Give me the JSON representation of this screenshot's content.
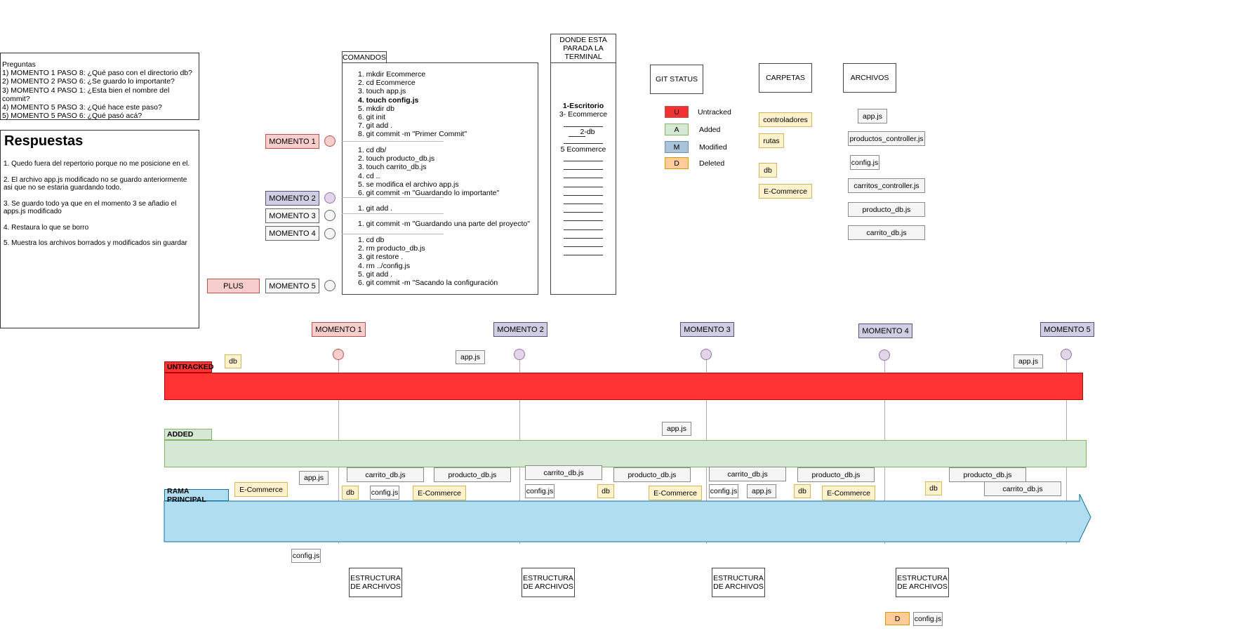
{
  "preguntas": {
    "title": "Preguntas",
    "items": [
      "1) MOMENTO 1 PASO 8: ¿Qué paso con el directorio db?",
      "2) MOMENTO 2 PASO 6: ¿Se guardo lo importante?",
      "3) MOMENTO 4 PASO 1: ¿Esta bien el nombre del commit?",
      "4) MOMENTO 5 PASO 3: ¿Qué hace este paso?",
      "5) MOMENTO 5 PASO 6: ¿Qué pasó acá?"
    ]
  },
  "respuestas": {
    "title": "Respuestas",
    "items": [
      "1. Quedo fuera del repertorio porque no me posicione en el.",
      "2. El archivo app.js modificado no se guardo anteriormente asi que no se estaria guardando todo.",
      "3. Se guardo todo ya que en el momento 3 se añadio el apps.js modificado",
      "4. Restaura lo que se borro",
      "5. Muestra los archivos borrados y modificados sin guardar"
    ]
  },
  "comandos": {
    "title": "COMANDOS",
    "groups": [
      [
        "1. mkdir Ecommerce",
        "2. cd Ecommerce",
        "3. touch app.js",
        "4. touch config.js",
        "5. mkdir db",
        "6. git init",
        "7. git add .",
        "8. git commit -m \"Primer Commit\""
      ],
      [
        "1. cd db/",
        "2. touch producto_db.js",
        "3. touch carrito_db.js",
        "4. cd ..",
        "5. se modifica el archivo app.js",
        "6. git commit -m \"Guardando lo importante\""
      ],
      [
        "1. git add ."
      ],
      [
        "1. git commit -m \"Guardando una parte del proyecto\""
      ],
      [
        "1. cd db",
        "2. rm producto_db.js",
        "3. git restore .",
        "4. rm ../config.js",
        "5. git add .",
        "6. git commit -m \"Sacando la configuración"
      ]
    ]
  },
  "terminal": {
    "title_lines": [
      "DONDE ESTA",
      "PARADA LA",
      "TERMINAL"
    ],
    "line1": "1-Escritorio",
    "line2": "3- Ecommerce",
    "line3": "2-db",
    "line4": "5 Ecommerce"
  },
  "momentos_left": {
    "m1": "MOMENTO 1",
    "m2": "MOMENTO 2",
    "m3": "MOMENTO 3",
    "m4": "MOMENTO 4",
    "m5": "MOMENTO 5",
    "plus": "PLUS"
  },
  "git_status": {
    "title": "GIT STATUS",
    "items": [
      {
        "code": "U",
        "label": "Untracked",
        "color": "#f03232"
      },
      {
        "code": "A",
        "label": "Added",
        "color": "#d5e8d4"
      },
      {
        "code": "M",
        "label": "Modified",
        "color": "#a9c4d8"
      },
      {
        "code": "D",
        "label": "Deleted",
        "color": "#ffcc99"
      }
    ]
  },
  "carpetas": {
    "title": "CARPETAS",
    "items": [
      "controladores",
      "rutas",
      "db",
      "E-Commerce"
    ]
  },
  "archivos": {
    "title": "ARCHIVOS",
    "items": [
      "app.js",
      "productos_controller.js",
      "config.js",
      "carritos_controller.js",
      "producto_db.js",
      "carrito_db.js"
    ]
  },
  "timeline": {
    "momentos": [
      "MOMENTO 1",
      "MOMENTO 2",
      "MOMENTO 3",
      "MOMENTO 4",
      "MOMENTO 5"
    ],
    "lanes": {
      "untracked": "UNTRACKED",
      "added": "ADDED",
      "main": "RAMA PRINCIPAL"
    },
    "structure_label": [
      "ESTRUCTURA",
      "DE ARCHIVOS"
    ],
    "colors": {
      "untracked": "#ff3333",
      "added": "#d5e8d4",
      "main": "#b1ddf0"
    },
    "tags": {
      "u_db": "db",
      "u_app2": "app.js",
      "u_app5": "app.js",
      "a_app": "app.js",
      "r0_ecom": "E-Commerce",
      "r0_app": "app.js",
      "r0_config": "config.js",
      "r1_carrito": "carrito_db.js",
      "r1_producto": "producto_db.js",
      "r1_db": "db",
      "r1_config": "config.js",
      "r1_ecom": "E-Commerce",
      "r2_carrito": "carrito_db.js",
      "r2_producto": "producto_db.js",
      "r2_config": "config.js",
      "r2_db": "db",
      "r2_ecom": "E-Commerce",
      "r3_carrito": "carrito_db.js",
      "r3_producto": "producto_db.js",
      "r3_config": "config.js",
      "r3_app": "app.js",
      "r3_db": "db",
      "r3_ecom": "E-Commerce",
      "r4_producto": "producto_db.js",
      "r4_carrito": "carrito_db.js",
      "r4_db": "db",
      "del_code": "D",
      "del_config": "config.js"
    }
  }
}
